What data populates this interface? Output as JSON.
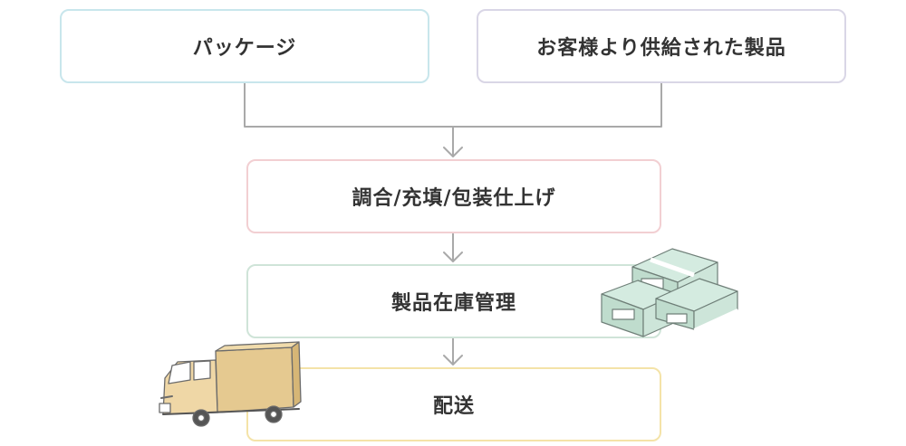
{
  "flow": {
    "package": "パッケージ",
    "customer_supplied": "お客様より供給された製品",
    "mixing_filling_finishing": "調合/充填/包装仕上げ",
    "inventory": "製品在庫管理",
    "delivery": "配送"
  },
  "colors": {
    "package_border": "#c8e6ec",
    "customer_border": "#d9d6e6",
    "mixing_border": "#f2cfd2",
    "inventory_border": "#cfe4d8",
    "delivery_border": "#f4e3a8",
    "connector": "#a9a9a9"
  },
  "illustrations": [
    "cardboard-boxes-icon",
    "delivery-truck-icon"
  ]
}
